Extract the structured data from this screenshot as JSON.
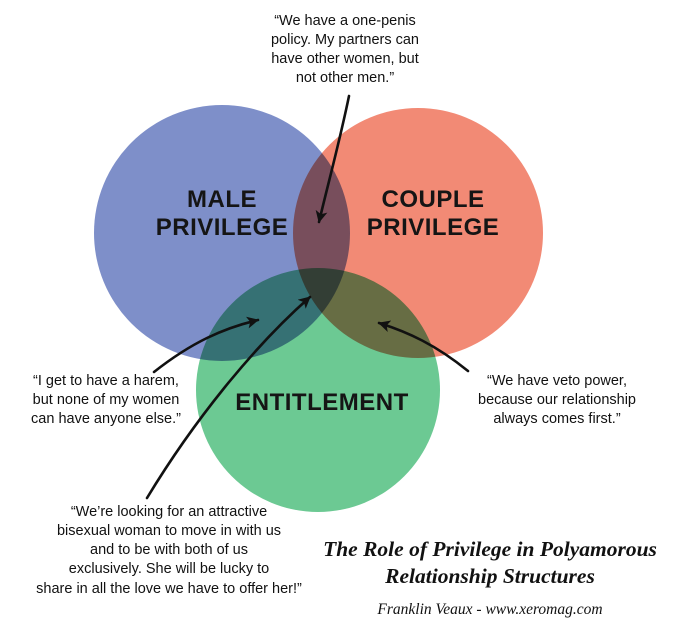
{
  "diagram": {
    "circles": [
      {
        "id": "male-privilege",
        "label": "MALE\nPRIVILEGE",
        "color": "#7E8FC9"
      },
      {
        "id": "couple-privilege",
        "label": "COUPLE\nPRIVILEGE",
        "color": "#F28A75"
      },
      {
        "id": "entitlement",
        "label": "ENTITLEMENT",
        "color": "#6CC993"
      }
    ],
    "quotes": {
      "one_penis_policy": "“We have a one-penis\npolicy. My partners can\nhave other women, but\nnot other men.”",
      "harem": "“I get to have a harem,\nbut none of my women\ncan have anyone else.”",
      "veto_power": "“We have veto power,\nbecause our relationship\nalways comes first.”",
      "unicorn_hunting": "“We’re looking for an attractive\nbisexual woman to move in with us\nand to be with both of us\nexclusively. She will be lucky to\nshare in all the love we have to offer her!”"
    },
    "footer": {
      "title": "The Role of Privilege in Polyamorous\nRelationship Structures",
      "attribution": "Franklin Veaux - www.xeromag.com"
    },
    "arrow_color": "#111111"
  }
}
